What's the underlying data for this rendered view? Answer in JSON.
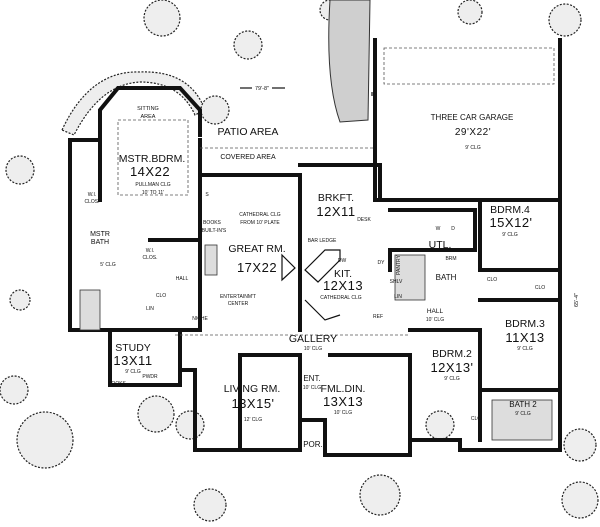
{
  "plan": {
    "dimensions": {
      "width": "79'-8\"",
      "depth": "65'-4\""
    },
    "rooms": {
      "sitting": {
        "name": "SITTING",
        "name2": "AREA"
      },
      "patio": {
        "name": "PATIO AREA"
      },
      "covered": {
        "name": "COVERED AREA"
      },
      "master_bedroom": {
        "name": "MSTR.BDRM.",
        "size": "14X22",
        "note": "PULLMAN CLG",
        "note2": "10' TO 11'"
      },
      "wic1": {
        "name": "W.I.",
        "name2": "CLOS."
      },
      "wic2": {
        "name": "W.I.",
        "name2": "CLOS."
      },
      "master_bath": {
        "name": "MSTR",
        "name2": "BATH",
        "note": "5' CLG"
      },
      "s": {
        "name": "S"
      },
      "books_builtins": {
        "name": "BOOKS",
        "name2": "BUILT-IN'S"
      },
      "great_room": {
        "name": "GREAT RM.",
        "size": "17X22",
        "note": "CATHEDRAL CLG",
        "note2": "FROM 10' PLATE"
      },
      "hall_master": {
        "name": "HALL"
      },
      "clo_master": {
        "name": "CLO"
      },
      "lin_master": {
        "name": "LIN"
      },
      "entertainment": {
        "name": "ENTERTAINM'T",
        "name2": "CENTER"
      },
      "niche": {
        "name": "NICHE"
      },
      "breakfast": {
        "name": "BRKFT.",
        "size": "12X11",
        "note": "DESK"
      },
      "bar_ledge": {
        "name": "BAR LEDGE"
      },
      "dw": {
        "name": "DW"
      },
      "kitchen": {
        "name": "KIT.",
        "size": "12X13",
        "note": "CATHEDRAL CLG"
      },
      "dy": {
        "name": "DY"
      },
      "pantry": {
        "name": "PANTRY"
      },
      "shlv": {
        "name": "SHLV"
      },
      "lin_kit": {
        "name": "LIN"
      },
      "ref": {
        "name": "REF"
      },
      "washer": {
        "name": "W"
      },
      "dryer": {
        "name": "D"
      },
      "utility": {
        "name": "UTL."
      },
      "brm": {
        "name": "BRM"
      },
      "bath": {
        "name": "BATH"
      },
      "garage": {
        "name": "THREE CAR  GARAGE",
        "size": "29'X22'",
        "note": "9' CLG"
      },
      "bedroom4": {
        "name": "BDRM.4",
        "size": "15X12'",
        "note": "9' CLG"
      },
      "clo_b4a": {
        "name": "CLO"
      },
      "clo_b4b": {
        "name": "CLO"
      },
      "hall": {
        "name": "HALL",
        "note": "10' CLG"
      },
      "bedroom3": {
        "name": "BDRM.3",
        "size": "11X13",
        "note": "9' CLG"
      },
      "gallery": {
        "name": "GALLERY",
        "note": "10' CLG"
      },
      "study": {
        "name": "STUDY",
        "size": "13X11",
        "note": "9' CLG",
        "note2": "BOOKS"
      },
      "powder": {
        "name": "PWDR"
      },
      "living_room": {
        "name": "LIVING RM.",
        "size": "13X15'",
        "note": "12' CLG"
      },
      "entry": {
        "name": "ENT.",
        "note": "10' CLG"
      },
      "family_dining": {
        "name": "FML.DIN.",
        "size": "13X13",
        "note": "10' CLG"
      },
      "bedroom2": {
        "name": "BDRM.2",
        "size": "12X13'",
        "note": "9' CLG"
      },
      "clo_b2": {
        "name": "CLO"
      },
      "bath2": {
        "name": "BATH 2",
        "note": "9' CLG"
      },
      "porch": {
        "name": "POR."
      }
    }
  }
}
